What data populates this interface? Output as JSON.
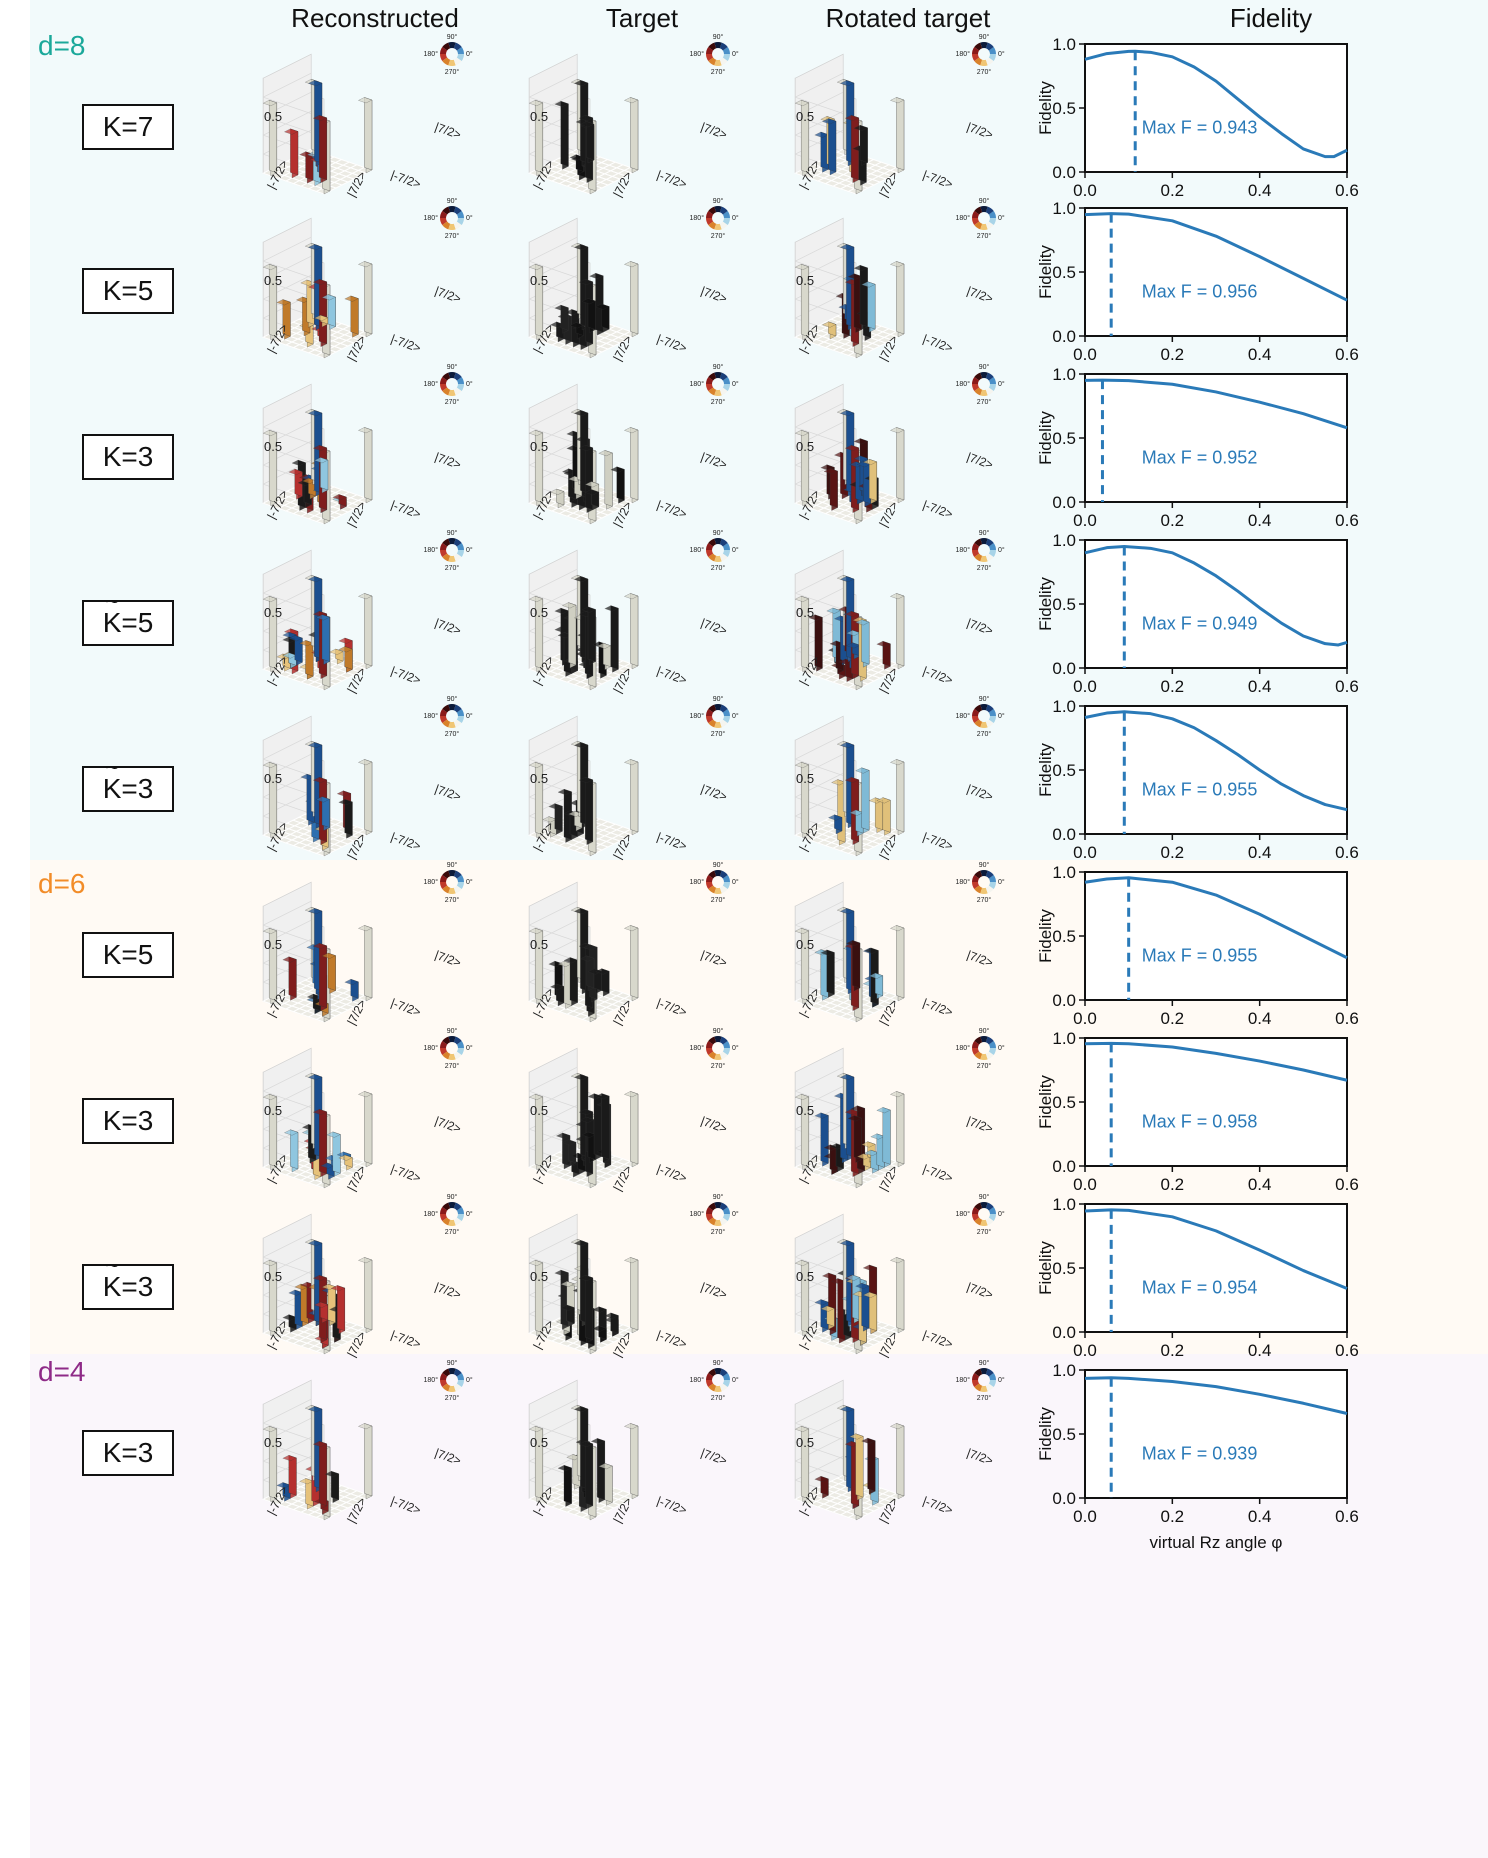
{
  "headers": {
    "reconstructed": "Reconstructed",
    "target": "Target",
    "rotated": "Rotated target",
    "fidelity": "Fidelity"
  },
  "colors": {
    "d8": "#1aa89a",
    "d6": "#f28c28",
    "d4": "#8e2a87",
    "band_d8": "#f2fafb",
    "band_d6": "#fffaf4",
    "band_d4": "#faf6fb",
    "curve": "#2a7ab8"
  },
  "wheel_labels": {
    "top": "90°",
    "left": "180°",
    "right": "0°",
    "bottom": "270°"
  },
  "bar_axis": {
    "z_tick": "0.5",
    "left_label": "|-7/2>",
    "middle_label": "|7/2>",
    "corner_label": "|-7/2>",
    "right_label": "|7/2>"
  },
  "groups": [
    {
      "label": "d=8",
      "color_key": "d8"
    },
    {
      "label": "d=6",
      "color_key": "d6"
    },
    {
      "label": "d=4",
      "color_key": "d4"
    }
  ],
  "rows": [
    {
      "k_letter": "K",
      "k_value": "=7",
      "tilde": false,
      "max_label": "Max F = 0.943"
    },
    {
      "k_letter": "K",
      "k_value": "=5",
      "tilde": false,
      "max_label": "Max F = 0.956"
    },
    {
      "k_letter": "K",
      "k_value": "=3",
      "tilde": false,
      "max_label": "Max F = 0.952"
    },
    {
      "k_letter": "K",
      "k_value": "=5",
      "tilde": true,
      "max_label": "Max F = 0.949"
    },
    {
      "k_letter": "K",
      "k_value": "=3",
      "tilde": true,
      "max_label": "Max F = 0.955"
    },
    {
      "k_letter": "K",
      "k_value": "=5",
      "tilde": false,
      "max_label": "Max F = 0.955"
    },
    {
      "k_letter": "K",
      "k_value": "=3",
      "tilde": false,
      "max_label": "Max F = 0.958"
    },
    {
      "k_letter": "K",
      "k_value": "=3",
      "tilde": true,
      "max_label": "Max F = 0.954"
    },
    {
      "k_letter": "K",
      "k_value": "=3",
      "tilde": false,
      "max_label": "Max F = 0.939"
    }
  ],
  "fidelity_axis": {
    "ylabel": "Fidelity",
    "xlabel": "virtual Rz angle φ",
    "yticks": [
      "0.0",
      "0.5",
      "1.0"
    ],
    "xticks": [
      "0.0",
      "0.2",
      "0.4",
      "0.6"
    ]
  },
  "chart_data": [
    {
      "type": "line",
      "title": "",
      "xlabel": "virtual Rz angle φ",
      "ylabel": "Fidelity",
      "xlim": [
        0,
        0.6
      ],
      "ylim": [
        0,
        1
      ],
      "vline_x": 0.115,
      "series": [
        {
          "x": [
            0,
            0.05,
            0.1,
            0.115,
            0.15,
            0.2,
            0.25,
            0.3,
            0.35,
            0.4,
            0.45,
            0.5,
            0.55,
            0.57,
            0.6
          ],
          "y": [
            0.88,
            0.925,
            0.942,
            0.943,
            0.935,
            0.9,
            0.82,
            0.71,
            0.57,
            0.43,
            0.3,
            0.18,
            0.12,
            0.12,
            0.17
          ]
        }
      ]
    },
    {
      "type": "line",
      "title": "",
      "xlabel": "virtual Rz angle φ",
      "ylabel": "Fidelity",
      "xlim": [
        0,
        0.6
      ],
      "ylim": [
        0,
        1
      ],
      "vline_x": 0.06,
      "series": [
        {
          "x": [
            0,
            0.06,
            0.1,
            0.2,
            0.3,
            0.4,
            0.5,
            0.6
          ],
          "y": [
            0.948,
            0.956,
            0.952,
            0.9,
            0.78,
            0.62,
            0.45,
            0.28
          ]
        }
      ]
    },
    {
      "type": "line",
      "title": "",
      "xlabel": "virtual Rz angle φ",
      "ylabel": "Fidelity",
      "xlim": [
        0,
        0.6
      ],
      "ylim": [
        0,
        1
      ],
      "vline_x": 0.04,
      "series": [
        {
          "x": [
            0,
            0.04,
            0.1,
            0.2,
            0.3,
            0.4,
            0.5,
            0.6
          ],
          "y": [
            0.95,
            0.952,
            0.948,
            0.92,
            0.86,
            0.78,
            0.69,
            0.58
          ]
        }
      ]
    },
    {
      "type": "line",
      "title": "",
      "xlabel": "virtual Rz angle φ",
      "ylabel": "Fidelity",
      "xlim": [
        0,
        0.6
      ],
      "ylim": [
        0,
        1
      ],
      "vline_x": 0.09,
      "series": [
        {
          "x": [
            0,
            0.05,
            0.09,
            0.15,
            0.2,
            0.25,
            0.3,
            0.35,
            0.4,
            0.45,
            0.5,
            0.55,
            0.58,
            0.6
          ],
          "y": [
            0.9,
            0.94,
            0.949,
            0.935,
            0.9,
            0.82,
            0.72,
            0.6,
            0.47,
            0.35,
            0.25,
            0.19,
            0.18,
            0.2
          ]
        }
      ]
    },
    {
      "type": "line",
      "title": "",
      "xlabel": "virtual Rz angle φ",
      "ylabel": "Fidelity",
      "xlim": [
        0,
        0.6
      ],
      "ylim": [
        0,
        1
      ],
      "vline_x": 0.09,
      "series": [
        {
          "x": [
            0,
            0.05,
            0.09,
            0.15,
            0.2,
            0.25,
            0.3,
            0.35,
            0.4,
            0.45,
            0.5,
            0.55,
            0.6
          ],
          "y": [
            0.91,
            0.945,
            0.955,
            0.94,
            0.9,
            0.83,
            0.73,
            0.62,
            0.5,
            0.39,
            0.3,
            0.23,
            0.19
          ]
        }
      ]
    },
    {
      "type": "line",
      "title": "",
      "xlabel": "virtual Rz angle φ",
      "ylabel": "Fidelity",
      "xlim": [
        0,
        0.6
      ],
      "ylim": [
        0,
        1
      ],
      "vline_x": 0.1,
      "series": [
        {
          "x": [
            0,
            0.05,
            0.1,
            0.2,
            0.3,
            0.4,
            0.5,
            0.6
          ],
          "y": [
            0.92,
            0.945,
            0.955,
            0.92,
            0.82,
            0.67,
            0.5,
            0.33
          ]
        }
      ]
    },
    {
      "type": "line",
      "title": "",
      "xlabel": "virtual Rz angle φ",
      "ylabel": "Fidelity",
      "xlim": [
        0,
        0.6
      ],
      "ylim": [
        0,
        1
      ],
      "vline_x": 0.06,
      "series": [
        {
          "x": [
            0,
            0.06,
            0.1,
            0.2,
            0.3,
            0.4,
            0.5,
            0.6
          ],
          "y": [
            0.955,
            0.958,
            0.955,
            0.93,
            0.88,
            0.82,
            0.75,
            0.67
          ]
        }
      ]
    },
    {
      "type": "line",
      "title": "",
      "xlabel": "virtual Rz angle φ",
      "ylabel": "Fidelity",
      "xlim": [
        0,
        0.6
      ],
      "ylim": [
        0,
        1
      ],
      "vline_x": 0.06,
      "series": [
        {
          "x": [
            0,
            0.06,
            0.1,
            0.2,
            0.3,
            0.4,
            0.5,
            0.6
          ],
          "y": [
            0.945,
            0.954,
            0.95,
            0.9,
            0.79,
            0.64,
            0.48,
            0.34
          ]
        }
      ]
    },
    {
      "type": "line",
      "title": "",
      "xlabel": "virtual Rz angle φ",
      "ylabel": "Fidelity",
      "xlim": [
        0,
        0.6
      ],
      "ylim": [
        0,
        1
      ],
      "vline_x": 0.06,
      "series": [
        {
          "x": [
            0,
            0.06,
            0.1,
            0.2,
            0.3,
            0.4,
            0.5,
            0.6
          ],
          "y": [
            0.935,
            0.939,
            0.935,
            0.91,
            0.87,
            0.81,
            0.74,
            0.66
          ]
        }
      ]
    }
  ]
}
